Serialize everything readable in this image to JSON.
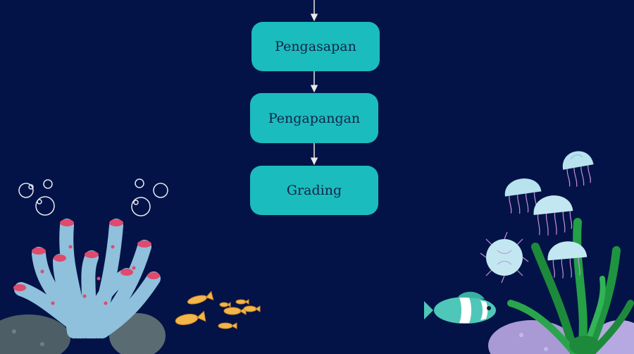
{
  "flowchart": {
    "steps": [
      {
        "label": "Pengasapan"
      },
      {
        "label": "Pengapangan"
      },
      {
        "label": "Grading"
      }
    ]
  },
  "colors": {
    "background": "#031347",
    "node_fill": "#1bbcbd",
    "node_text": "#10254a",
    "connector": "#e8e8e8"
  },
  "decorations": {
    "icons": [
      "bubbles-icon",
      "tube-coral-icon",
      "fish-school-icon",
      "clownfish-icon",
      "jellyfish-icon",
      "seaweed-icon",
      "rock-icon"
    ]
  }
}
